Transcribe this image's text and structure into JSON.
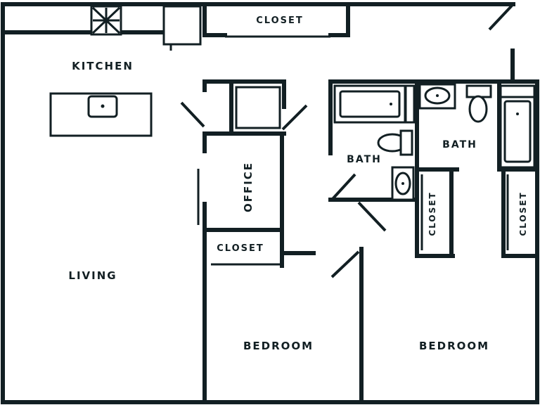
{
  "rooms": {
    "kitchen": "KITCHEN",
    "living": "LIVING",
    "office": "OFFICE",
    "bath_left": "BATH",
    "bath_right": "BATH",
    "bedroom_left": "BEDROOM",
    "bedroom_right": "BEDROOM"
  },
  "closets": {
    "top": "CLOSET",
    "office": "CLOSET",
    "bath_left": "CLOSET",
    "bath_right": "CLOSET"
  },
  "colors": {
    "ink": "#121f23",
    "background": "#ffffff"
  }
}
